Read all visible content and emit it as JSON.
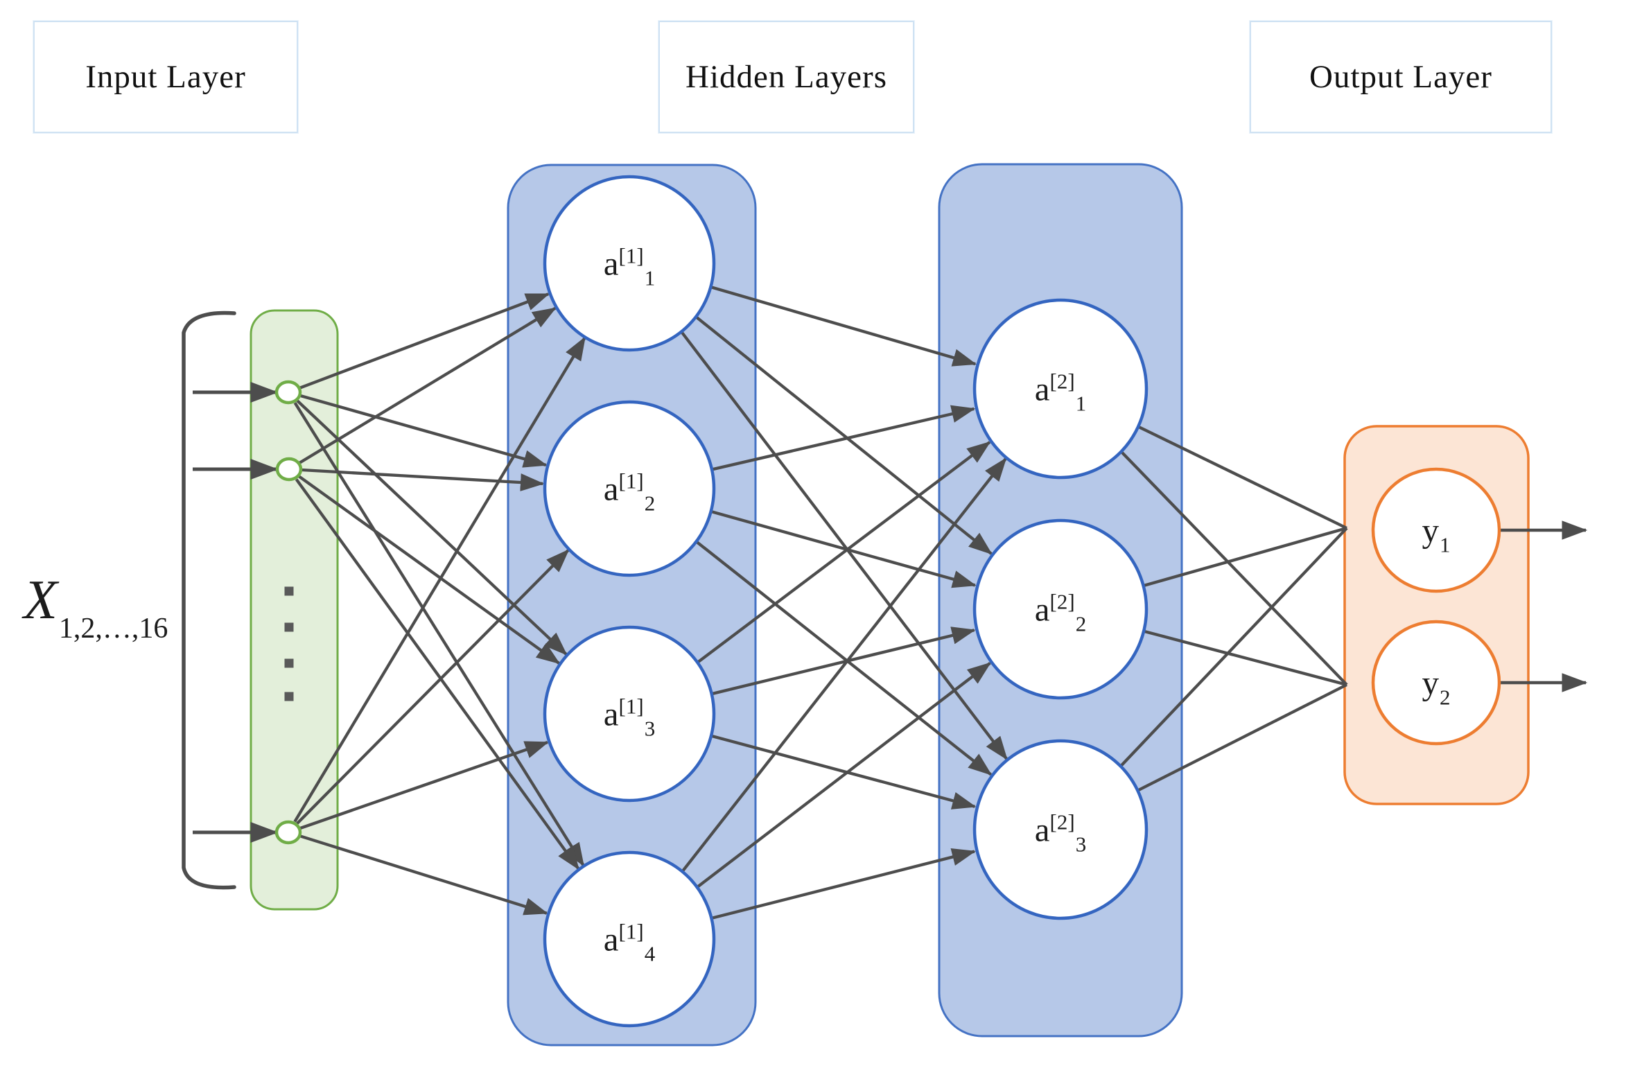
{
  "header": {
    "input_layer_label": "Input Layer",
    "hidden_layers_label": "Hidden Layers",
    "output_layer_label": "Output Layer"
  },
  "input_layer": {
    "annotation_base": "X",
    "annotation_subscript": "1,2,…,16",
    "visible_node_count": 3,
    "ellipsis_dot_count": 4,
    "total_inputs_shown_in_subscript": 16
  },
  "hidden_layer_1": {
    "nodes": [
      {
        "base": "a",
        "sup": "[1]",
        "sub": "1"
      },
      {
        "base": "a",
        "sup": "[1]",
        "sub": "2"
      },
      {
        "base": "a",
        "sup": "[1]",
        "sub": "3"
      },
      {
        "base": "a",
        "sup": "[1]",
        "sub": "4"
      }
    ]
  },
  "hidden_layer_2": {
    "nodes": [
      {
        "base": "a",
        "sup": "[2]",
        "sub": "1"
      },
      {
        "base": "a",
        "sup": "[2]",
        "sub": "2"
      },
      {
        "base": "a",
        "sup": "[2]",
        "sub": "3"
      }
    ]
  },
  "output_layer": {
    "nodes": [
      {
        "base": "y",
        "sub": "1"
      },
      {
        "base": "y",
        "sub": "2"
      }
    ]
  },
  "colors": {
    "edge": "#4d4d4d",
    "dot": "#595959",
    "input_panel_fill": "#e3efda",
    "input_panel_border": "#70ad47",
    "hidden_panel_fill": "#b6c8e8",
    "hidden_panel_border": "#4472c4",
    "node_stroke_blue": "#3465c0",
    "output_panel_fill": "#fce5d5",
    "output_panel_border": "#ed7d31",
    "node_fill": "#ffffff",
    "title_box_border": "#cfe2f3"
  }
}
